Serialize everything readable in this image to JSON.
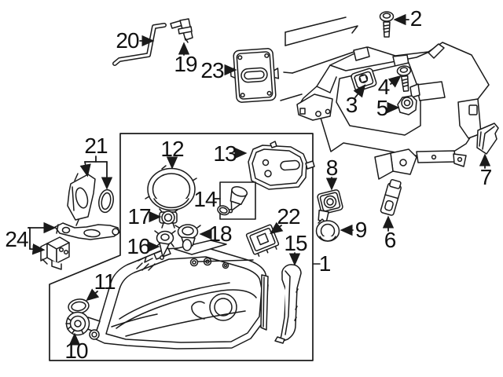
{
  "colors": {
    "line": "#1a1a1a",
    "background": "#ffffff"
  },
  "callouts": {
    "c1": {
      "label": "1"
    },
    "c2": {
      "label": "2"
    },
    "c3": {
      "label": "3"
    },
    "c4": {
      "label": "4"
    },
    "c5": {
      "label": "5"
    },
    "c6": {
      "label": "6"
    },
    "c7": {
      "label": "7"
    },
    "c8": {
      "label": "8"
    },
    "c9": {
      "label": "9"
    },
    "c10": {
      "label": "10"
    },
    "c11": {
      "label": "11"
    },
    "c12": {
      "label": "12"
    },
    "c13": {
      "label": "13"
    },
    "c14": {
      "label": "14"
    },
    "c15": {
      "label": "15"
    },
    "c16": {
      "label": "16"
    },
    "c17": {
      "label": "17"
    },
    "c18": {
      "label": "18"
    },
    "c19": {
      "label": "19"
    },
    "c20": {
      "label": "20"
    },
    "c21": {
      "label": "21"
    },
    "c22": {
      "label": "22"
    },
    "c23": {
      "label": "23"
    },
    "c24": {
      "label": "24"
    }
  }
}
